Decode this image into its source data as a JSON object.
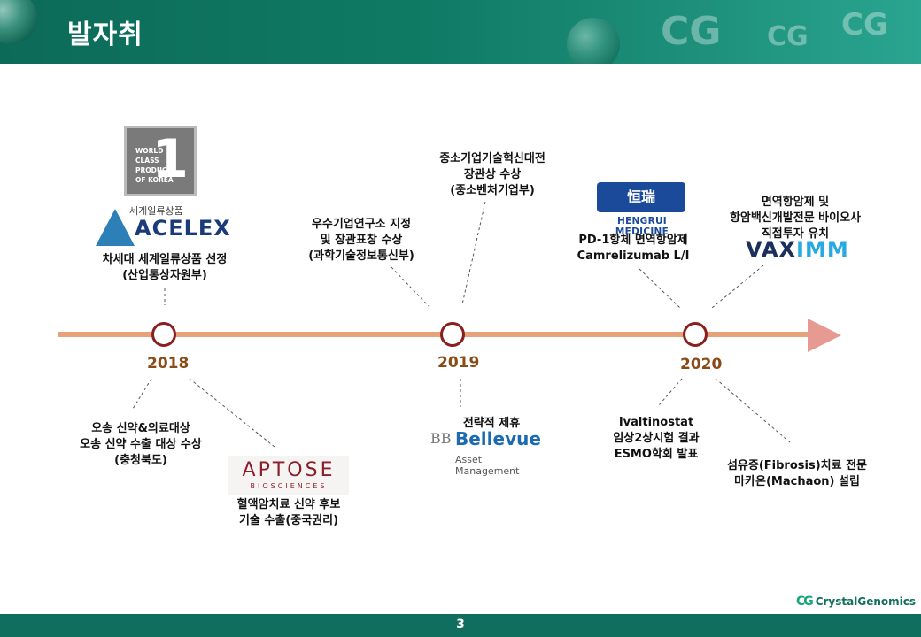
{
  "header": {
    "title": "발자취"
  },
  "footer": {
    "page_number": "3",
    "brand": "CrystalGenomics",
    "brand_mark": "CG"
  },
  "timeline": {
    "years": [
      "2018",
      "2019",
      "2020"
    ],
    "events_above": [
      {
        "lines": [
          "차세대 세계일류상품 선정",
          "(산업통상자원부)"
        ]
      },
      {
        "lines": [
          "우수기업연구소 지정",
          "및 장관표창 수상",
          "(과학기술정보통신부)"
        ]
      },
      {
        "lines": [
          "중소기업기술혁신대전",
          "장관상 수상",
          "(중소벤처기업부)"
        ]
      },
      {
        "lines": [
          "PD-1항체 면역항암제",
          "Camrelizumab L/I"
        ]
      },
      {
        "lines": [
          "면역항암제 및",
          "항암백신개발전문 바이오사",
          "직접투자 유치"
        ]
      }
    ],
    "events_below": [
      {
        "lines": [
          "오송 신약&의료대상",
          "오송 신약 수출 대상 수상",
          "(충청북도)"
        ]
      },
      {
        "lines": [
          "혈액암치료 신약 후보",
          "기술 수출(중국권리)"
        ]
      },
      {
        "lines": [
          "전략적 제휴"
        ]
      },
      {
        "lines": [
          "Ivaltinostat",
          "임상2상시험 결과",
          "ESMO학회 발표"
        ]
      },
      {
        "lines": [
          "섬유증(Fibrosis)치료 전문",
          "마카온(Machaon) 설립"
        ]
      }
    ]
  },
  "logos": {
    "world_class": {
      "text": [
        "WORLD",
        "CLASS",
        "PRODUCT",
        "OF KOREA"
      ],
      "digit": "1"
    },
    "acelex": {
      "sub": "세계일류상품",
      "name": "ACELEX"
    },
    "aptose": {
      "name": "APTOSE",
      "sub": "BIOSCIENCES"
    },
    "bellevue": {
      "mark": "BB",
      "name": "Bellevue",
      "sub": "Asset Management"
    },
    "hengrui": {
      "mark": "恒瑞",
      "name": "HENGRUI MEDICINE"
    },
    "vaximm": {
      "part1": "VAX",
      "part2": "IMM"
    }
  },
  "colors": {
    "header": "#0f7a64",
    "line": "#e7a27a",
    "arrow": "#e79a92",
    "node_border": "#8a1f1f",
    "year": "#8a4b17"
  }
}
